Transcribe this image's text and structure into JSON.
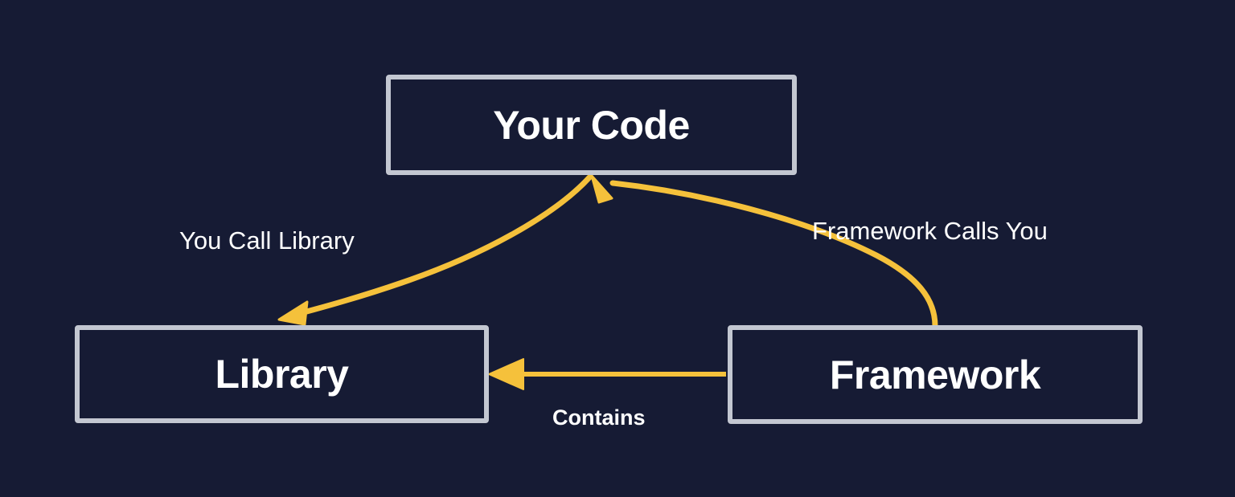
{
  "diagram": {
    "title": "Library vs Framework inversion of control",
    "background_color": "#161b34",
    "node_border_color": "#c3c7d1",
    "node_fill_color": "#161b34",
    "node_text_color": "#ffffff",
    "arrow_color": "#f5c13b",
    "label_text_color": "#ffffff",
    "nodes": [
      {
        "id": "your-code",
        "label": "Your Code"
      },
      {
        "id": "library",
        "label": "Library"
      },
      {
        "id": "framework",
        "label": "Framework"
      }
    ],
    "edges": [
      {
        "id": "you-call-library",
        "label": "You Call Library",
        "from": "your-code",
        "to": "library",
        "style": "curved",
        "arrowhead": "end"
      },
      {
        "id": "framework-calls-you",
        "label": "Framework Calls You",
        "from": "framework",
        "to": "your-code",
        "style": "curved",
        "arrowhead": "end"
      },
      {
        "id": "contains",
        "label": "Contains",
        "from": "framework",
        "to": "library",
        "style": "straight",
        "arrowhead": "end"
      }
    ]
  }
}
